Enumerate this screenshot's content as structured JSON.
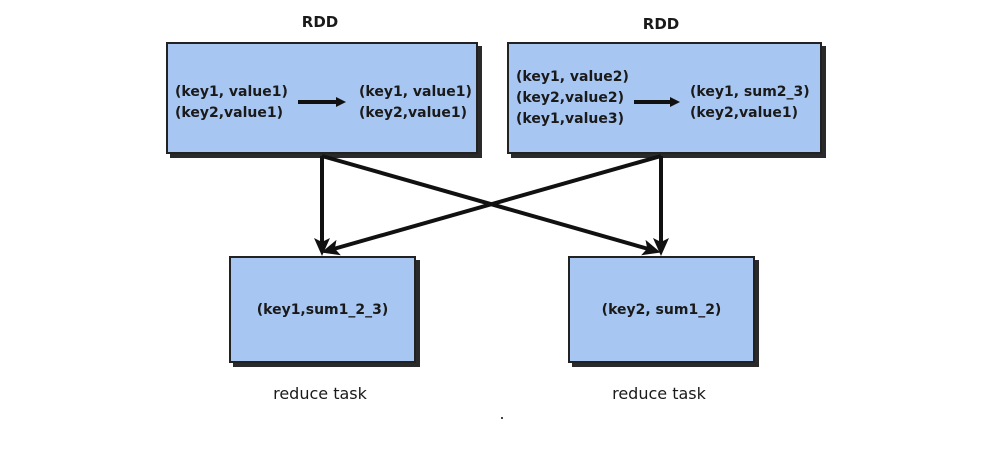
{
  "rdd_left": {
    "title": "RDD",
    "input": [
      "(key1, value1)",
      "(key2,value1)"
    ],
    "output": [
      "(key1, value1)",
      "(key2,value1)"
    ]
  },
  "rdd_right": {
    "title": "RDD",
    "input": [
      "(key1, value2)",
      "(key2,value2)",
      "(key1,value3)"
    ],
    "output": [
      "(key1, sum2_3)",
      "(key2,value1)"
    ]
  },
  "reduce_left": {
    "result": "(key1,sum1_2_3)",
    "caption": "reduce task"
  },
  "reduce_right": {
    "result": "(key2, sum1_2)",
    "caption": "reduce task"
  }
}
